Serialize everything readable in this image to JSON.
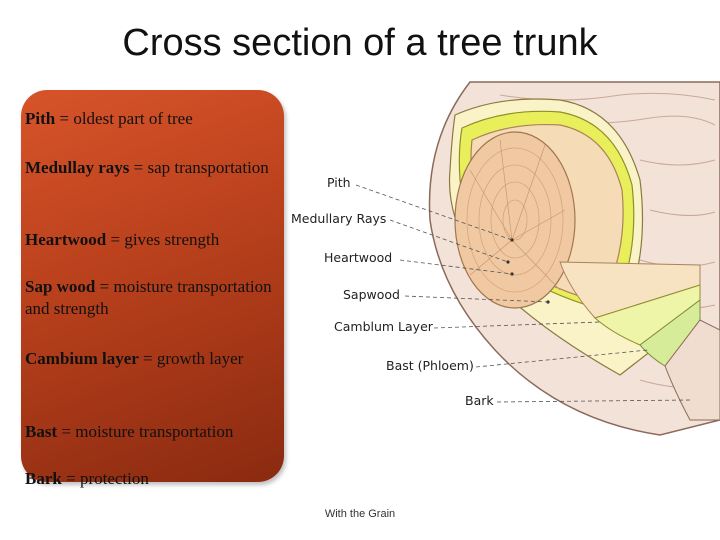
{
  "title": "Cross section of a tree trunk",
  "definitions": [
    {
      "term": "Pith",
      "sep": " = ",
      "desc": "oldest part of tree"
    },
    {
      "term": "Medullay rays",
      "sep": " = ",
      "desc": "sap transportation"
    },
    {
      "term": "Heartwood",
      "sep": " = ",
      "desc": "gives strength"
    },
    {
      "term": "Sap wood",
      "sep": " = ",
      "desc": "moisture transportation and strength"
    },
    {
      "term": "Cambium layer",
      "sep": " = ",
      "desc": "growth layer"
    },
    {
      "term": "Bast",
      "sep": " = ",
      "desc": "moisture transportation"
    },
    {
      "term": "Bark",
      "sep": " = ",
      "desc": "protection"
    }
  ],
  "diagram_labels": {
    "pith": "Pith",
    "medullary_rays": "Medullary Rays",
    "heartwood": "Heartwood",
    "sapwood": "Sapwood",
    "cambium": "Camblum Layer",
    "bast": "Bast (Phloem)",
    "bark": "Bark"
  },
  "footer": "With the Grain",
  "colors": {
    "panel": "#b8401c",
    "sapwood": "#f6dcb6",
    "heartwood": "#f0c9a2",
    "cambium": "#e9ef5a",
    "bast": "#cfe9a6",
    "bark": "#f1dcd0"
  }
}
